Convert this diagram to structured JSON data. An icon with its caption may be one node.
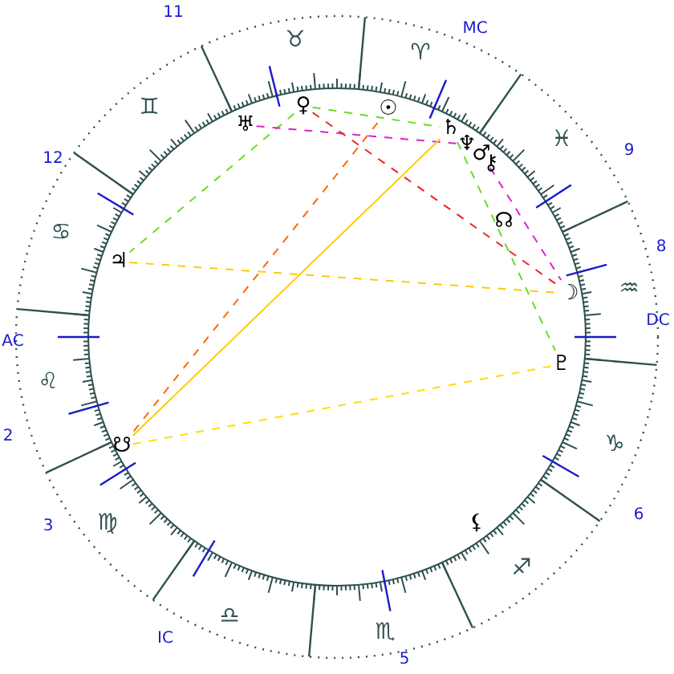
{
  "diagram": {
    "nodes": [
      {
        "text": [
          "♅"
        ]
      },
      {
        "text": [
          "♀"
        ]
      },
      {
        "text": [
          "☉"
        ]
      },
      {
        "text": [
          "♄"
        ]
      },
      {
        "text": [
          "♆"
        ]
      },
      {
        "text": [
          "♂"
        ]
      },
      {
        "text": [
          "⚷"
        ]
      },
      {
        "text": [
          "☊"
        ]
      },
      {
        "text": [
          "♃"
        ]
      },
      {
        "text": [
          "☽"
        ]
      },
      {
        "text": [
          "♇"
        ]
      },
      {
        "text": [
          "☋"
        ]
      },
      {
        "text": [
          "⚸"
        ]
      }
    ],
    "edges": [
      {
        "from": 1,
        "to": 8,
        "arrow": "none",
        "style": "dashed",
        "color": "#66dd22"
      },
      {
        "from": 0,
        "to": 4,
        "arrow": "none",
        "style": "dashed",
        "color": "#dd22cc"
      },
      {
        "from": 1,
        "to": 3,
        "arrow": "none",
        "style": "dashed",
        "color": "#66dd22"
      },
      {
        "from": 1,
        "to": 9,
        "arrow": "none",
        "style": "dashed",
        "color": "#ee2222"
      },
      {
        "from": 2,
        "to": 11,
        "arrow": "none",
        "style": "dashed",
        "color": "#ff6600"
      },
      {
        "from": 3,
        "to": 11,
        "arrow": "none",
        "color": "#ffcc00"
      },
      {
        "from": 8,
        "to": 9,
        "arrow": "none",
        "style": "dashed",
        "color": "#ffcc00"
      },
      {
        "from": 11,
        "to": 10,
        "arrow": "none",
        "style": "dashed",
        "color": "#ffdd00"
      },
      {
        "from": 3,
        "to": 10,
        "arrow": "none",
        "style": "dashed",
        "color": "#66dd22"
      },
      {
        "from": 5,
        "to": 9,
        "arrow": "none",
        "style": "dashed",
        "color": "#dd22cc"
      }
    ],
    "labels": [
      "11",
      "♉",
      "♈",
      "MC",
      "♊",
      "♓",
      "12",
      "9",
      "♋",
      "8",
      "♒",
      "AC",
      "DC",
      "♌",
      "2",
      "♑",
      "3",
      "♍",
      "6",
      "♐",
      "IC",
      "♎",
      "♏",
      "5"
    ]
  }
}
